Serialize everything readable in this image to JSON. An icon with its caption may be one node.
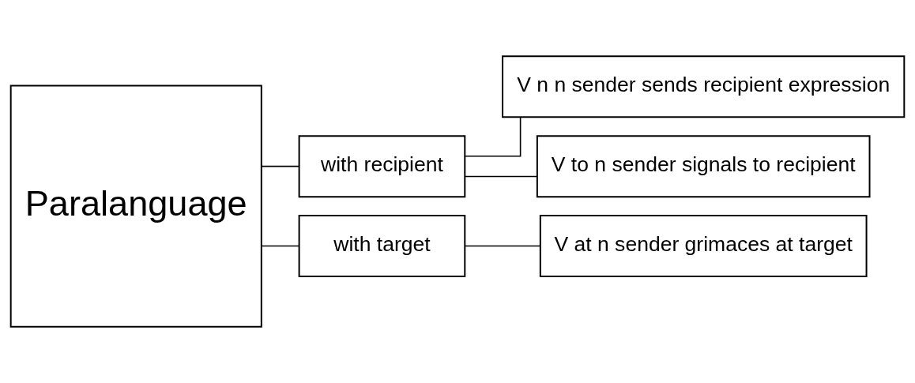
{
  "diagram": {
    "nodes": [
      {
        "text": [
          "Paralanguage"
        ]
      },
      {
        "text": [
          "with recipient"
        ]
      },
      {
        "text": [
          "with target"
        ]
      },
      {
        "text": [
          "V n n sender sends recipient expression"
        ]
      },
      {
        "text": [
          "V to n sender signals to recipient"
        ]
      },
      {
        "text": [
          "V at n sender grimaces at target"
        ]
      }
    ],
    "edges": [
      {
        "from": 0,
        "to": 1,
        "arrow": "none"
      },
      {
        "from": 0,
        "to": 2,
        "arrow": "none"
      },
      {
        "from": 1,
        "to": 3,
        "arrow": "none"
      },
      {
        "from": 1,
        "to": 4,
        "arrow": "none"
      },
      {
        "from": 2,
        "to": 5,
        "arrow": "none"
      }
    ]
  }
}
